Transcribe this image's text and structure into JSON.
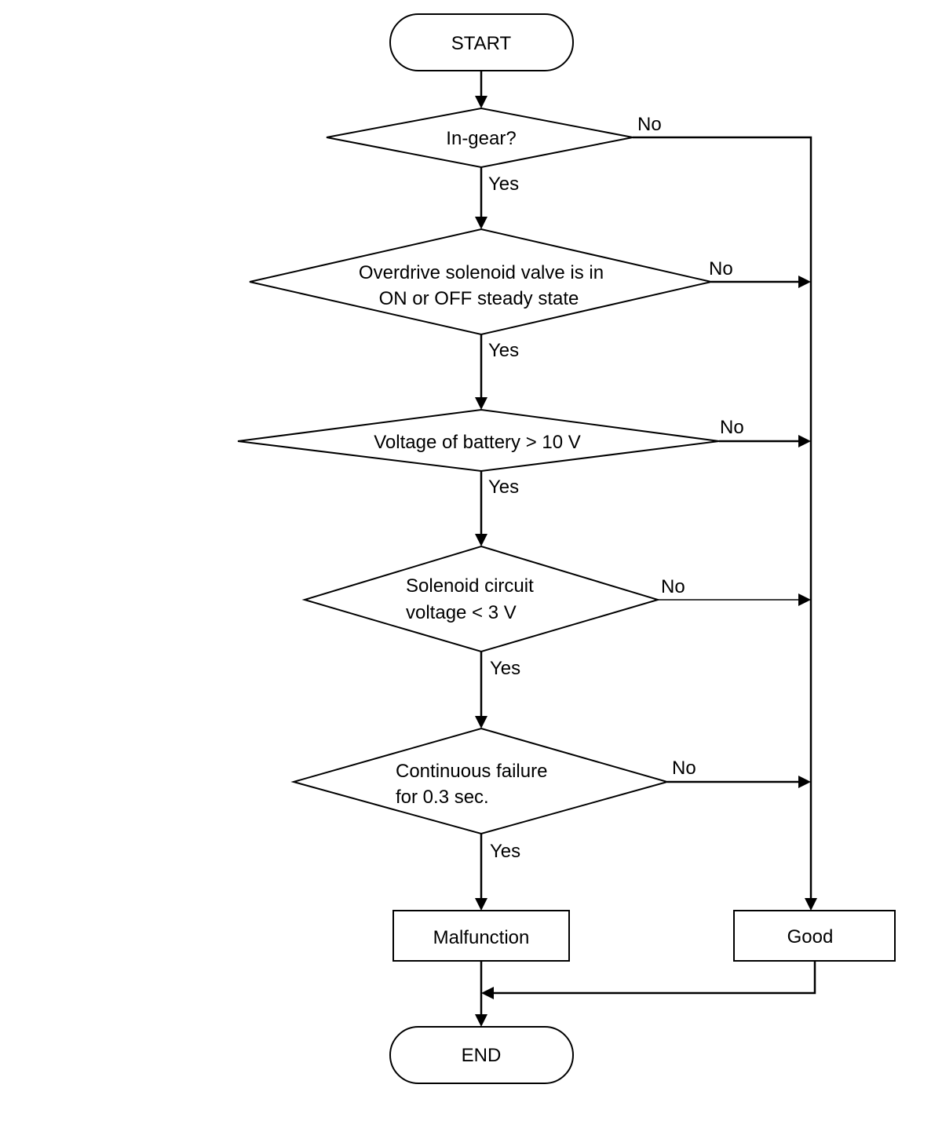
{
  "flowchart": {
    "start": "START",
    "end": "END",
    "decisions": [
      {
        "lines": [
          "In-gear?"
        ]
      },
      {
        "lines": [
          "Overdrive solenoid valve is in",
          "ON or OFF steady state"
        ]
      },
      {
        "lines": [
          "Voltage of battery > 10 V"
        ]
      },
      {
        "lines": [
          "Solenoid circuit",
          "voltage < 3 V"
        ]
      },
      {
        "lines": [
          "Continuous failure",
          "for 0.3 sec."
        ]
      }
    ],
    "yes_label": "Yes",
    "no_label": "No",
    "results": {
      "malfunction": "Malfunction",
      "good": "Good"
    }
  }
}
